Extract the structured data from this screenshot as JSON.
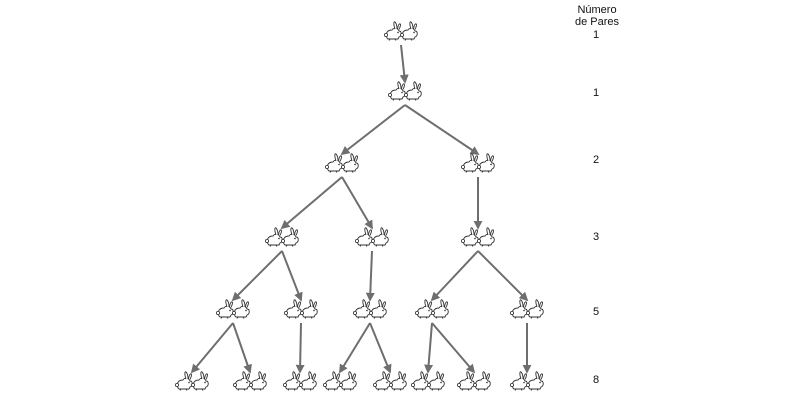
{
  "header": {
    "line1": "Número",
    "line2": "de Pares"
  },
  "counts": [
    "1",
    "1",
    "2",
    "3",
    "5",
    "8"
  ],
  "colors": {
    "arrow": "#6e6e6e",
    "rabbit_stroke": "#333333",
    "background": "#ffffff"
  },
  "icon": "rabbit-pair-icon"
}
